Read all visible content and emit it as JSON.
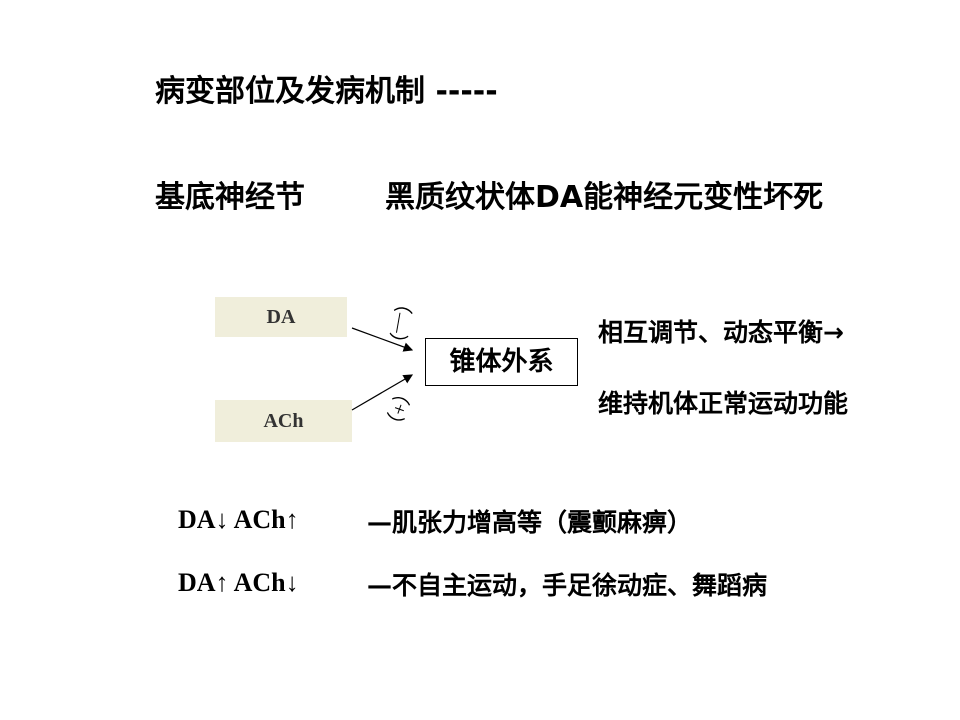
{
  "title": "病变部位及发病机制 -----",
  "subtitle": {
    "left": "基底神经节",
    "right": "黑质纹状体DA能神经元变性坏死"
  },
  "diagram": {
    "box_da": "DA",
    "box_ach": "ACh",
    "center": "锥体外系",
    "sign_negative": "（—）",
    "sign_positive": "（+）",
    "right_line1": "相互调节、动态平衡→",
    "right_line2": "维持机体正常运动功能"
  },
  "effects": [
    {
      "condition": "DA↓  ACh↑",
      "result": "—肌张力增高等（震颤麻痹）"
    },
    {
      "condition": "DA↑  ACh↓",
      "result": "—不自主运动，手足徐动症、舞蹈病"
    }
  ],
  "colors": {
    "box_fill": "#f0eedb",
    "text": "#000000"
  }
}
